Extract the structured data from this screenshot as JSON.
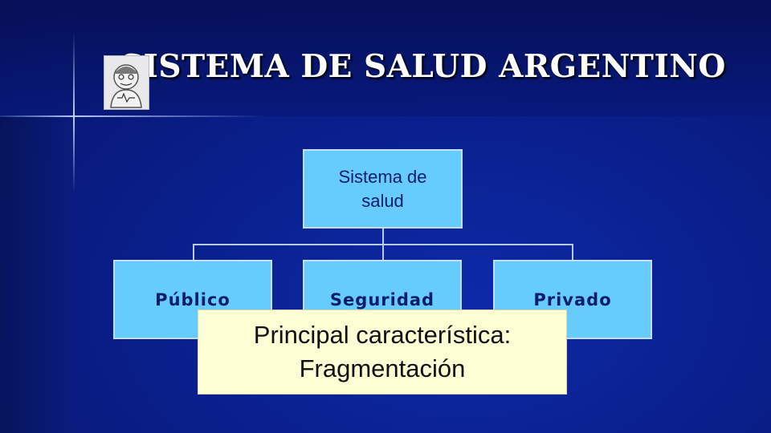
{
  "title": "SISTEMA DE SALUD ARGENTINO",
  "logo": {
    "icon": "doctor-cartoon-icon"
  },
  "diagram": {
    "root": "Sistema de salud",
    "children": [
      {
        "label": "Público"
      },
      {
        "label": "Seguridad"
      },
      {
        "label": "Privado"
      }
    ]
  },
  "callout": {
    "line1": "Principal característica:",
    "line2": "Fragmentación"
  },
  "colors": {
    "background": "#0a1f8c",
    "box_fill": "#66ccff",
    "box_text": "#0c1d6e",
    "callout_fill": "#ffffd6"
  }
}
